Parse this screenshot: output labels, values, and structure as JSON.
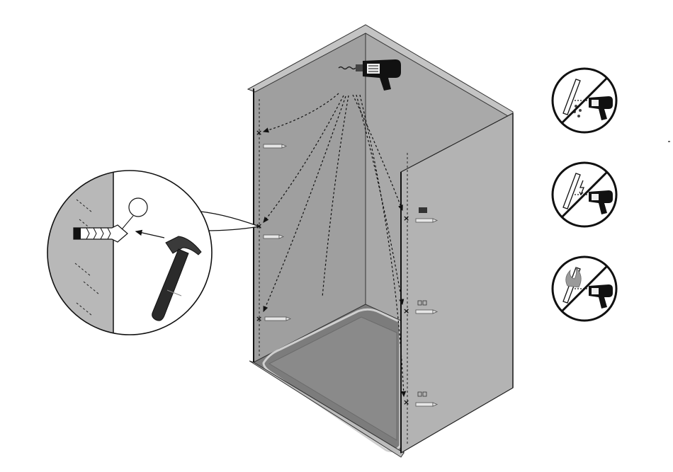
{
  "diagram": {
    "illustration": "shower-enclosure-wall-anchor-installation",
    "colors": {
      "background": "#ffffff",
      "wall_back": "#a9a9a9",
      "wall_left": "#9f9f9f",
      "wall_right": "#b3b3b3",
      "top_edge": "#c4c4c4",
      "tray": "#7c7c7c",
      "tray_rim": "#9a9a9a",
      "outline": "#222222",
      "marker": "#111111",
      "anchor": "#e6e6e6",
      "detail_wall": "#b8b8b8"
    },
    "wall_marks": [
      {
        "name": "left-upper",
        "wall": "left"
      },
      {
        "name": "left-middle",
        "wall": "left"
      },
      {
        "name": "left-lower",
        "wall": "left"
      },
      {
        "name": "right-upper",
        "wall": "right"
      },
      {
        "name": "right-middle",
        "wall": "right"
      },
      {
        "name": "right-lower",
        "wall": "right"
      }
    ],
    "wall_tags": [
      "",
      "",
      ""
    ],
    "warnings": [
      {
        "name": "no-drilling-water-pipe",
        "hazard": "water-pipe"
      },
      {
        "name": "no-drilling-electric-cable",
        "hazard": "electric-cable"
      },
      {
        "name": "no-drilling-gas-pipe",
        "hazard": "gas-pipe"
      }
    ],
    "icons": [
      "drill-icon",
      "hammer-icon",
      "wall-anchor-icon",
      "prohibition-icon"
    ]
  }
}
